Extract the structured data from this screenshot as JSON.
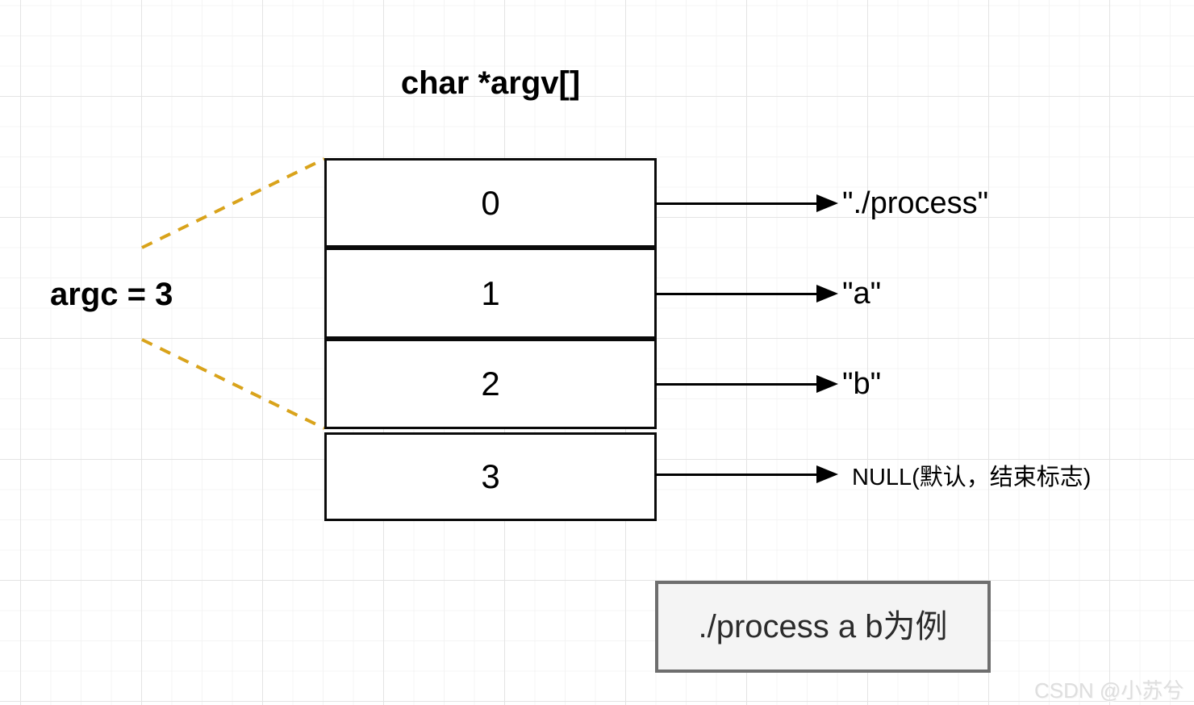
{
  "diagram": {
    "title": "char *argv[]",
    "argc_label": "argc = 3",
    "cells": [
      "0",
      "1",
      "2",
      "3"
    ],
    "pointer_labels": [
      "\"./process\"",
      "\"a\"",
      "\"b\"",
      "NULL(默认，结束标志)"
    ],
    "example_text": "./process a b为例",
    "watermark": "CSDN @小苏兮",
    "colors": {
      "line": "#000000",
      "dash": "#d9a31b",
      "example_border": "#6e6e6e",
      "example_fill": "#f4f4f4"
    }
  }
}
